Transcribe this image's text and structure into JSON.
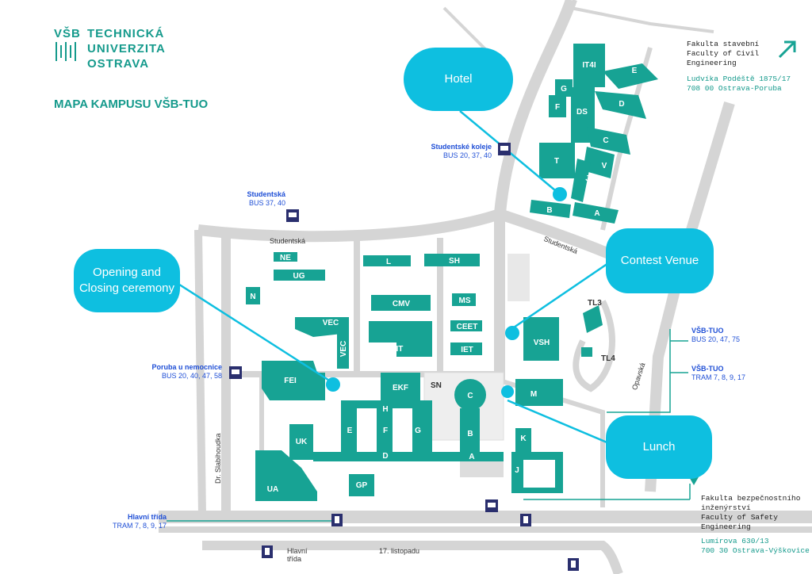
{
  "logo": {
    "abbr": "VŠB",
    "line1": "TECHNICKÁ",
    "line2": "UNIVERZITA",
    "line3": "OSTRAVA"
  },
  "map_title": "MAPA KAMPUSU VŠB-TUO",
  "faculty_civil": {
    "line1": "Fakulta stavební",
    "line2": "Faculty of Civil",
    "line3": "Engineering",
    "addr1": "Ludvíka Podéště 1875/17",
    "addr2": "708 00 Ostrava-Poruba"
  },
  "faculty_safety": {
    "line1": "Fakulta bezpečnostního",
    "line2": "inženýrství",
    "line3": "Faculty of Safety",
    "line4": "Engineering",
    "addr1": "Lumírova 630/13",
    "addr2": "700 30 Ostrava-Výškovice"
  },
  "stops": {
    "koleje_name": "Studentské koleje",
    "koleje_lines": "BUS 20, 37, 40",
    "studentska_name": "Studentská",
    "studentska_lines": "BUS 37, 40",
    "poruba_name": "Poruba u nemocnice",
    "poruba_lines": "BUS 20, 40, 47, 58",
    "hlavni_name": "Hlavní třída",
    "hlavni_lines": "TRAM 7, 8, 9, 17",
    "vsb_bus_name": "VŠB-TUO",
    "vsb_bus_lines": "BUS 20, 47, 75",
    "vsb_tram_name": "VŠB-TUO",
    "vsb_tram_lines": "TRAM 7, 8, 9, 17"
  },
  "roads": {
    "studentska_1": "Studentská",
    "studentska_2": "Studentská",
    "opavska": "Opavská",
    "slabihoudka": "Dr. Slabihoudka",
    "listopadu": "17. listopadu",
    "hlavni_1": "Hlavní",
    "hlavni_2": "třída"
  },
  "callouts": {
    "hotel": "Hotel",
    "contest": "Contest Venue",
    "ceremony_1": "Opening and",
    "ceremony_2": "Closing ceremony",
    "lunch": "Lunch"
  },
  "buildings": {
    "it4i": "IT4I",
    "e": "E",
    "g": "G",
    "f": "F",
    "ds": "DS",
    "d": "D",
    "c": "C",
    "t": "T",
    "v": "V",
    "j": "J",
    "b": "B",
    "a": "A",
    "ne": "NE",
    "ug": "UG",
    "n": "N",
    "l": "L",
    "sh": "SH",
    "cmv": "CMV",
    "ms": "MS",
    "vec1": "VEC",
    "vec2": "VEC",
    "cpit": "CPIT",
    "ceet": "CEET",
    "iet": "IET",
    "vsh": "VSH",
    "tl3": "TL3",
    "tl4": "TL4",
    "fei": "FEI",
    "ekf": "EKF",
    "sn": "SN",
    "c2": "C",
    "m": "M",
    "h": "H",
    "e2": "E",
    "f2": "F",
    "g2": "G",
    "b2": "B",
    "k": "K",
    "d2": "D",
    "a2": "A",
    "uk": "UK",
    "ua": "UA",
    "gp": "GP",
    "j2": "J"
  },
  "colors": {
    "teal": "#17a394",
    "callout": "#0ebfe0",
    "stop_blue": "#1f4fd6",
    "navy": "#2a2f6e"
  }
}
